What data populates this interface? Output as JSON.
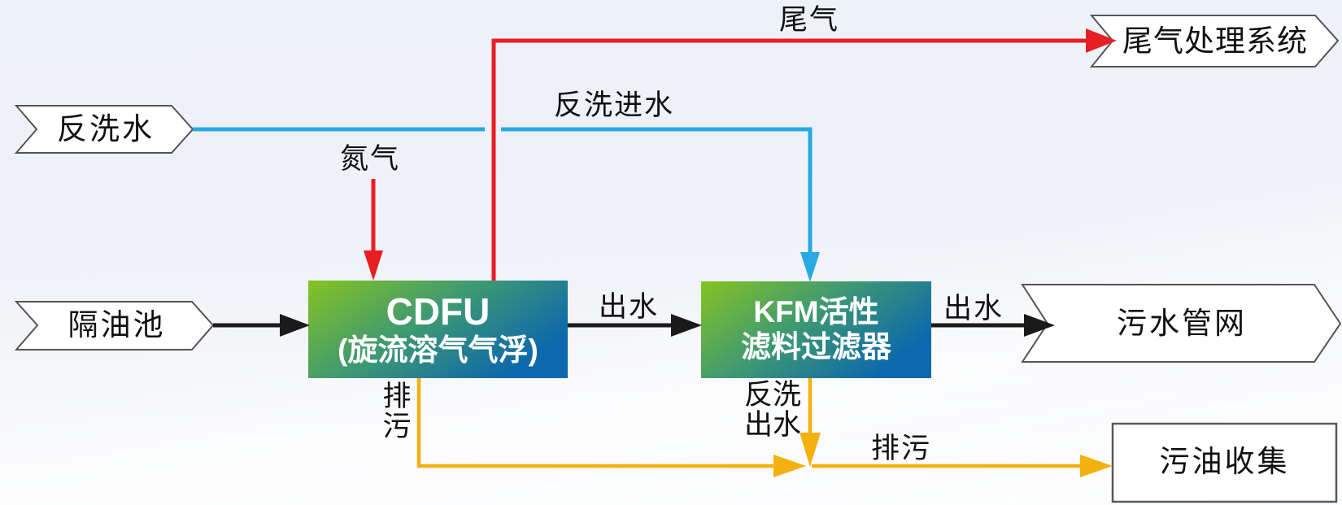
{
  "colors": {
    "flow_red": "#e81e25",
    "flow_cyan": "#29a9e1",
    "flow_yellow": "#f2b10e",
    "flow_black": "#1a1a1a",
    "unit_gradient_start": "#86c322",
    "unit_gradient_end": "#0d68ad",
    "callout_fill": "#ffffff",
    "callout_stroke": "#555555"
  },
  "nodes": {
    "backwash_water": {
      "label": "反洗水"
    },
    "oil_separator": {
      "label": "隔油池"
    },
    "cdfu": {
      "title": "CDFU",
      "subtitle": "(旋流溶气气浮)"
    },
    "kfm": {
      "line1": "KFM活性",
      "line2": "滤料过滤器"
    },
    "tail_gas_system": {
      "label": "尾气处理系统"
    },
    "sewage_network": {
      "label": "污水管网"
    },
    "oil_collection": {
      "label": "污油收集"
    }
  },
  "flows": {
    "tail_gas": {
      "label": "尾气"
    },
    "backwash_inlet": {
      "label": "反洗进水"
    },
    "nitrogen": {
      "label": "氮气"
    },
    "cdfu_outlet": {
      "label": "出水"
    },
    "kfm_outlet": {
      "label": "出水"
    },
    "cdfu_blowdown": {
      "label": "排污"
    },
    "kfm_backwash_outlet": {
      "label": "反洗出水"
    },
    "oil_blowdown": {
      "label": "排污"
    }
  }
}
